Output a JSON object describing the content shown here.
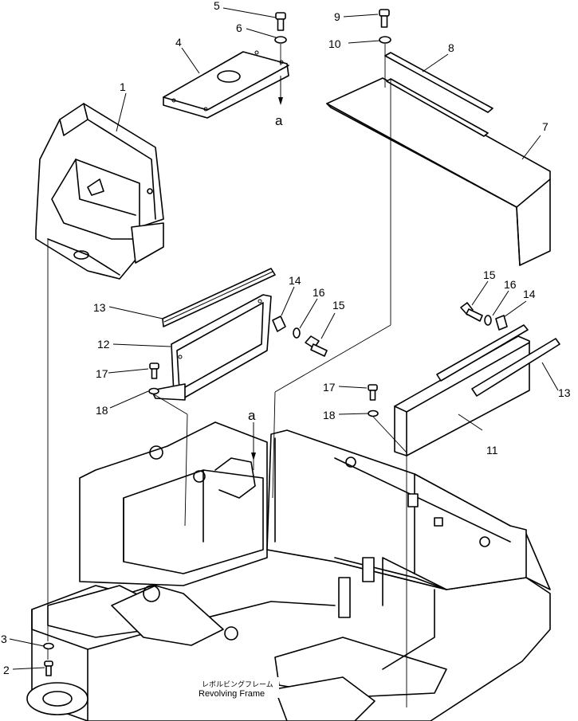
{
  "callouts": {
    "p1": "1",
    "p2": "2",
    "p3": "3",
    "p4": "4",
    "p5": "5",
    "p6": "6",
    "p7": "7",
    "p8": "8",
    "p9": "9",
    "p10": "10",
    "p11": "11",
    "p12": "12",
    "p13a": "13",
    "p13b": "13",
    "p14a": "14",
    "p14b": "14",
    "p15a": "15",
    "p15b": "15",
    "p16a": "16",
    "p16b": "16",
    "p17a": "17",
    "p17b": "17",
    "p18a": "18",
    "p18b": "18"
  },
  "refs": {
    "a_top": "a",
    "a_frame": "a"
  },
  "frame_caption": {
    "japanese": "レボルビングフレーム",
    "english": "Revolving  Frame"
  }
}
